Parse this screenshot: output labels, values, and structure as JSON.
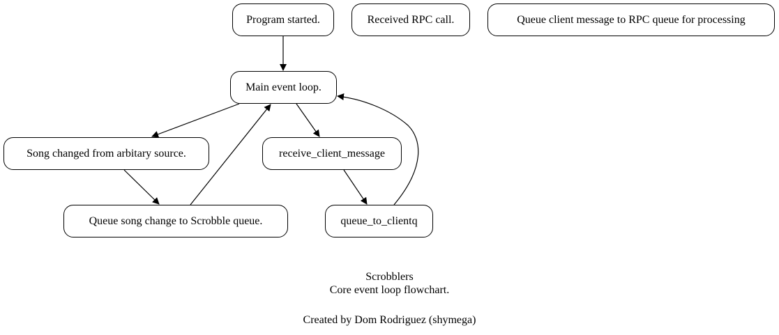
{
  "diagram": {
    "nodes": {
      "program_started": "Program started.",
      "received_rpc": "Received RPC call.",
      "queue_client_message": "Queue client message to RPC queue for processing",
      "main_event_loop": "Main event loop.",
      "song_changed": "Song changed from arbitary source.",
      "receive_client_message": "receive_client_message",
      "queue_song_change": "Queue song change to Scrobble queue.",
      "queue_to_clientq": "queue_to_clientq"
    },
    "edges": [
      {
        "from": "program_started",
        "to": "main_event_loop"
      },
      {
        "from": "main_event_loop",
        "to": "song_changed"
      },
      {
        "from": "main_event_loop",
        "to": "receive_client_message"
      },
      {
        "from": "song_changed",
        "to": "queue_song_change"
      },
      {
        "from": "queue_song_change",
        "to": "main_event_loop"
      },
      {
        "from": "receive_client_message",
        "to": "queue_to_clientq"
      },
      {
        "from": "queue_to_clientq",
        "to": "main_event_loop"
      }
    ],
    "caption": {
      "line1": "Scrobblers",
      "line2": "Core event loop flowchart.",
      "line3": "Created by Dom Rodriguez (shymega)"
    },
    "colors": {
      "stroke": "#000000",
      "background": "#ffffff"
    }
  }
}
